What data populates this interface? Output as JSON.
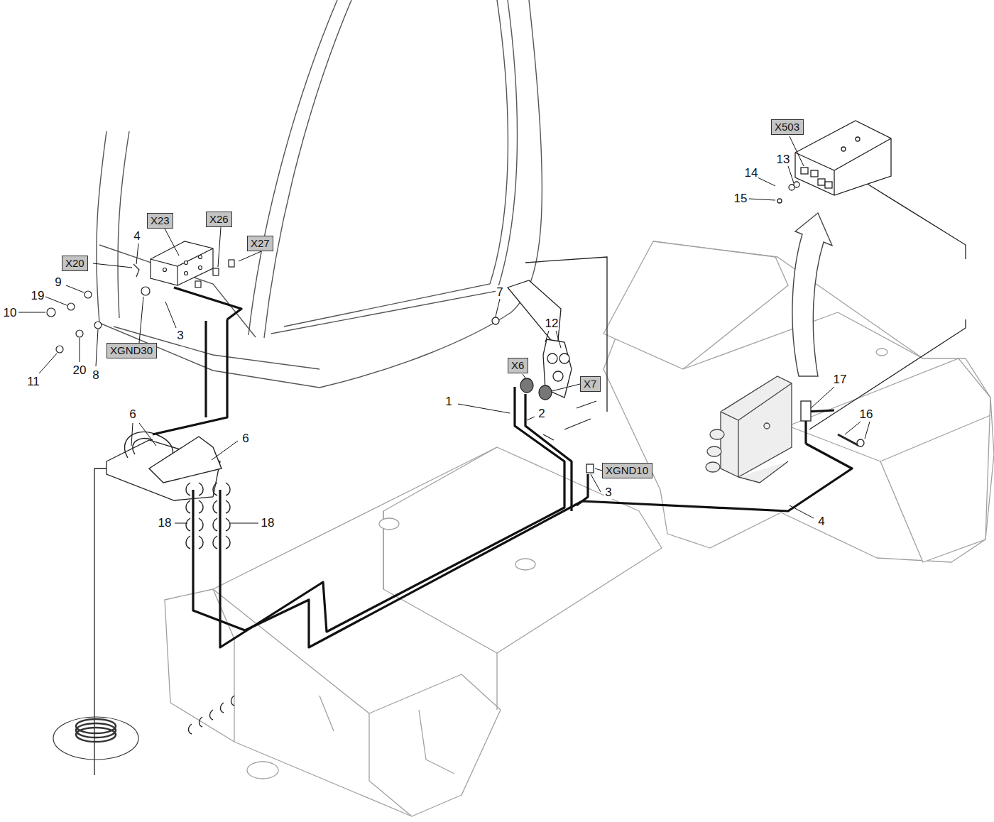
{
  "diagram": {
    "nodes": [
      {
        "text": [
          "X503"
        ]
      },
      {
        "text": [
          "X26"
        ]
      },
      {
        "text": [
          "X23"
        ]
      },
      {
        "text": [
          "X27"
        ]
      },
      {
        "text": [
          "X20"
        ]
      },
      {
        "text": [
          "XGND30"
        ]
      },
      {
        "text": [
          "X6"
        ]
      },
      {
        "text": [
          "X7"
        ]
      },
      {
        "text": [
          "XGND10"
        ]
      }
    ],
    "labels": [
      "13",
      "14",
      "15",
      "4",
      "9",
      "19",
      "10",
      "11",
      "20",
      "8",
      "3",
      "7",
      "12",
      "1",
      "2",
      "3",
      "17",
      "16",
      "6",
      "6",
      "18",
      "18",
      "4"
    ]
  }
}
